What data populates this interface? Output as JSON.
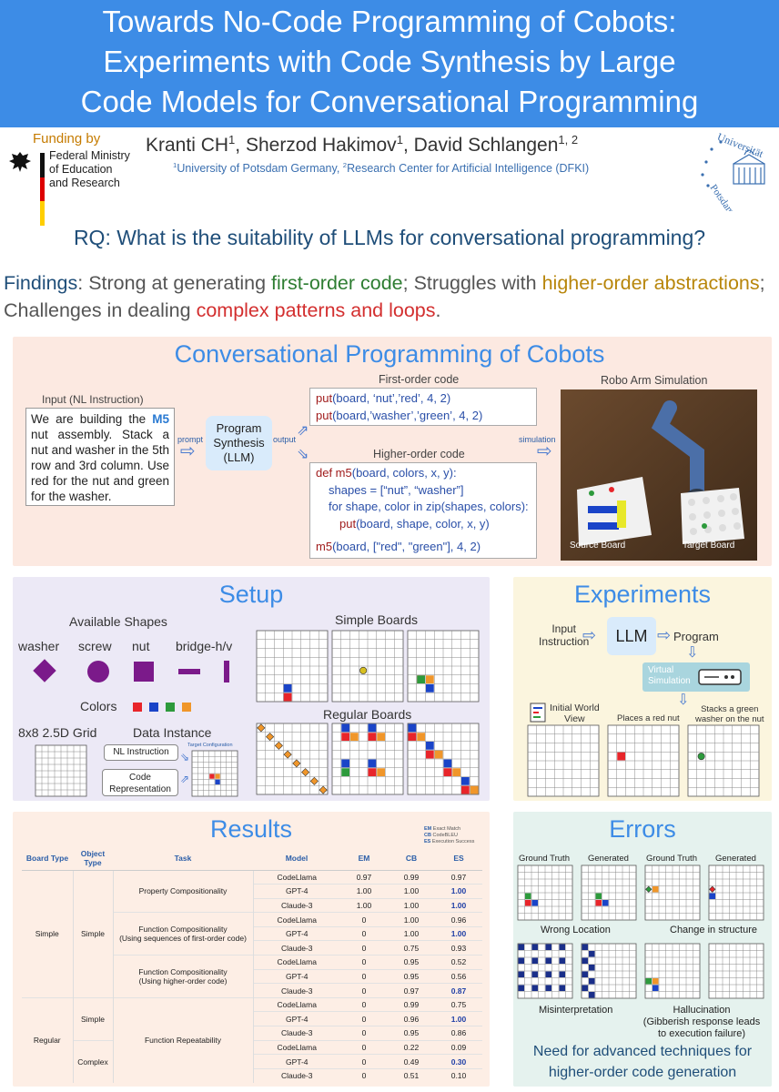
{
  "title": {
    "line1": "Towards No-Code Programming of Cobots:",
    "line2": "Experiments with Code Synthesis by Large",
    "line3": "Code Models for Conversational Programming"
  },
  "header": {
    "funding_label": "Funding by",
    "ministry_line1": "Federal Ministry",
    "ministry_line2": "of Education",
    "ministry_line3": "and Research",
    "author1": "Kranti CH",
    "author2": "Sherzod Hakimov",
    "author3": "David Schlangen",
    "sup1": "1",
    "sup2": "1",
    "sup3": "1, 2",
    "affil1": "University of Potsdam Germany, ",
    "affil_sup2": "2",
    "affil2": "Research Center for Artificial Intelligence (DFKI)",
    "sup_affil1": "1",
    "uni_text_top": "Universität",
    "uni_text_side": "Potsdam"
  },
  "rq": "RQ: What is the suitability of LLMs for conversational programming?",
  "findings": {
    "label": "Findings",
    "t1": ": Strong at generating ",
    "g": "first-order code",
    "t2": "; Struggles with ",
    "o": "higher-order abstractions",
    "t3": "; Challenges in dealing ",
    "r": "complex patterns and loops",
    "t4": "."
  },
  "conv": {
    "title": "Conversational Programming of Cobots",
    "input_label": "Input (NL Instruction)",
    "nl_pre": "We are building the ",
    "nl_bold": "M5",
    "nl_post": " nut assembly. Stack a nut and washer in the 5th row and 3rd column. Use red for the nut and green for the washer.",
    "prompt": "prompt",
    "llm_line1": "Program",
    "llm_line2": "Synthesis",
    "llm_line3": "(LLM)",
    "output": "output",
    "first_label": "First-order code",
    "first_line1_fn": "put",
    "first_line1_args": "(board, ‘nut’,’red’, 4, 2)",
    "first_line2_fn": "put",
    "first_line2_args": "(board,’washer’,’green’, 4, 2)",
    "higher_label": "Higher-order code",
    "h1_kw": "def m5",
    "h1_rest": "(board, colors, x, y):",
    "h2": "shapes = [“nut”, “washer”]",
    "h3": "for shape, color in zip(shapes, colors):",
    "h4_fn": "put",
    "h4_rest": "(board, shape, color, x, y)",
    "h5_fn": "m5",
    "h5_rest": "(board, [\"red\", \"green\"], 4, 2)",
    "simulation": "simulation",
    "sim_label": "Robo Arm Simulation",
    "source_board": "Source Board",
    "target_board": "Target Board"
  },
  "setup": {
    "title": "Setup",
    "available_shapes": "Available Shapes",
    "shape_washer": "washer",
    "shape_screw": "screw",
    "shape_nut": "nut",
    "shape_bridge": "bridge-h/v",
    "colors": "Colors",
    "grid": "8x8 2.5D Grid",
    "data_instance": "Data Instance",
    "nl_instruction": "NL Instruction",
    "code_rep1": "Code",
    "code_rep2": "Representation",
    "target_config": "Target Configuration",
    "simple_boards": "Simple Boards",
    "regular_boards": "Regular Boards",
    "color_list": [
      "#e8252a",
      "#1a44c8",
      "#2d9a3c",
      "#f0962a"
    ]
  },
  "experiments": {
    "title": "Experiments",
    "input1": "Input",
    "input2": "Instruction",
    "llm": "LLM",
    "program": "Program",
    "virtual1": "Virtual",
    "virtual2": "Simulation",
    "initial1": "Initial World",
    "initial2": "View",
    "places": "Places a red nut",
    "stacks1": "Stacks a green",
    "stacks2": "washer on the nut"
  },
  "results": {
    "title": "Results",
    "legend_em": "EM",
    "legend_em_t": "Exact Match",
    "legend_cb": "CB",
    "legend_cb_t": "CodeBLEU",
    "legend_es": "ES",
    "legend_es_t": "Execution Success",
    "headers": [
      "Board Type",
      "Object Type",
      "Task",
      "Model",
      "EM",
      "CB",
      "ES"
    ],
    "board_simple": "Simple",
    "board_regular": "Regular",
    "obj_simple": "Simple",
    "obj_simple2": "Simple",
    "obj_complex": "Complex",
    "task1": "Property Compositionality",
    "task2a": "Function Compositionality",
    "task2b": "(Using sequences of first-order code)",
    "task3a": "Function Compositionality",
    "task3b": "(Using higher-order code)",
    "task4": "Function Repeatability",
    "rows": [
      {
        "model": "CodeLlama",
        "em": "0.97",
        "cb": "0.99",
        "es": "0.97",
        "b": false
      },
      {
        "model": "GPT-4",
        "em": "1.00",
        "cb": "1.00",
        "es": "1.00",
        "b": true
      },
      {
        "model": "Claude-3",
        "em": "1.00",
        "cb": "1.00",
        "es": "1.00",
        "b": true
      },
      {
        "model": "CodeLlama",
        "em": "0",
        "cb": "1.00",
        "es": "0.96",
        "b": false
      },
      {
        "model": "GPT-4",
        "em": "0",
        "cb": "1.00",
        "es": "1.00",
        "b": true
      },
      {
        "model": "Claude-3",
        "em": "0",
        "cb": "0.75",
        "es": "0.93",
        "b": false
      },
      {
        "model": "CodeLlama",
        "em": "0",
        "cb": "0.95",
        "es": "0.52",
        "b": false
      },
      {
        "model": "GPT-4",
        "em": "0",
        "cb": "0.95",
        "es": "0.56",
        "b": false
      },
      {
        "model": "Claude-3",
        "em": "0",
        "cb": "0.97",
        "es": "0.87",
        "b": true
      },
      {
        "model": "CodeLlama",
        "em": "0",
        "cb": "0.99",
        "es": "0.75",
        "b": false
      },
      {
        "model": "GPT-4",
        "em": "0",
        "cb": "0.96",
        "es": "1.00",
        "b": true
      },
      {
        "model": "Claude-3",
        "em": "0",
        "cb": "0.95",
        "es": "0.86",
        "b": false
      },
      {
        "model": "CodeLlama",
        "em": "0",
        "cb": "0.22",
        "es": "0.09",
        "b": false
      },
      {
        "model": "GPT-4",
        "em": "0",
        "cb": "0.49",
        "es": "0.30",
        "b": true
      },
      {
        "model": "Claude-3",
        "em": "0",
        "cb": "0.51",
        "es": "0.10",
        "b": false
      }
    ]
  },
  "errors": {
    "title": "Errors",
    "gt1": "Ground Truth",
    "gen1": "Generated",
    "gt2": "Ground Truth",
    "gen2": "Generated",
    "wrong_location": "Wrong Location",
    "change_structure": "Change in structure",
    "misinterpretation": "Misinterpretation",
    "hallucination1": "Hallucination",
    "hallucination2": "(Gibberish response leads",
    "hallucination3": "to execution failure)",
    "need1": "Need for advanced techniques for",
    "need2": "higher-order code generation"
  }
}
